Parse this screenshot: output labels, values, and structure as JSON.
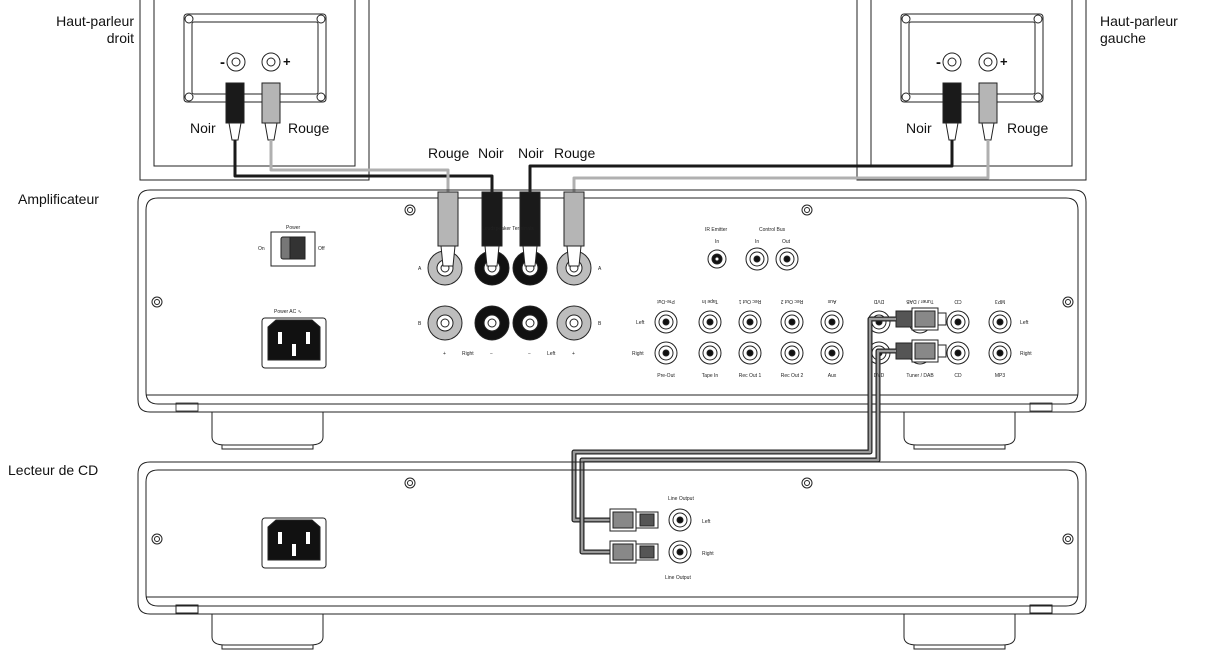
{
  "titles": {
    "speaker_right": [
      "Haut-parleur",
      "droit"
    ],
    "speaker_left": [
      "Haut-parleur",
      "gauche"
    ],
    "amplifier": "Amplificateur",
    "cd_player": "Lecteur de CD"
  },
  "speaker_cables": {
    "right_black": "Noir",
    "right_red": "Rouge",
    "left_black": "Noir",
    "left_red": "Rouge",
    "terminal_labels": [
      "Rouge",
      "Noir",
      "Noir",
      "Rouge"
    ]
  },
  "speaker_terminal_marks": {
    "minus": "-",
    "plus": "+"
  },
  "amplifier_panel": {
    "power_label": "Power",
    "power_on": "On",
    "power_off": "Off",
    "power_ac": "Power AC ∿",
    "speaker_terminals": "Loudspeaker Terminals",
    "term_a": "A",
    "term_b": "B",
    "right": "Right",
    "left": "Left",
    "plus": "+",
    "minus": "−",
    "ir_emitter": "IR Emitter",
    "control_bus": "Control Bus",
    "in": "In",
    "out": "Out",
    "inputs": [
      "Pre-Out",
      "Tape In",
      "Rec Out 1",
      "Rec Out 2",
      "Aux",
      "DVD",
      "Tuner / DAB",
      "CD",
      "MP3"
    ],
    "row_left": "Left",
    "row_right": "Right"
  },
  "cd_panel": {
    "line_output": "Line Output",
    "left": "Left",
    "right": "Right"
  },
  "colors": {
    "black_cable": "#1a1a1a",
    "red_cable": "#b0b0b0",
    "outline": "#222222"
  }
}
